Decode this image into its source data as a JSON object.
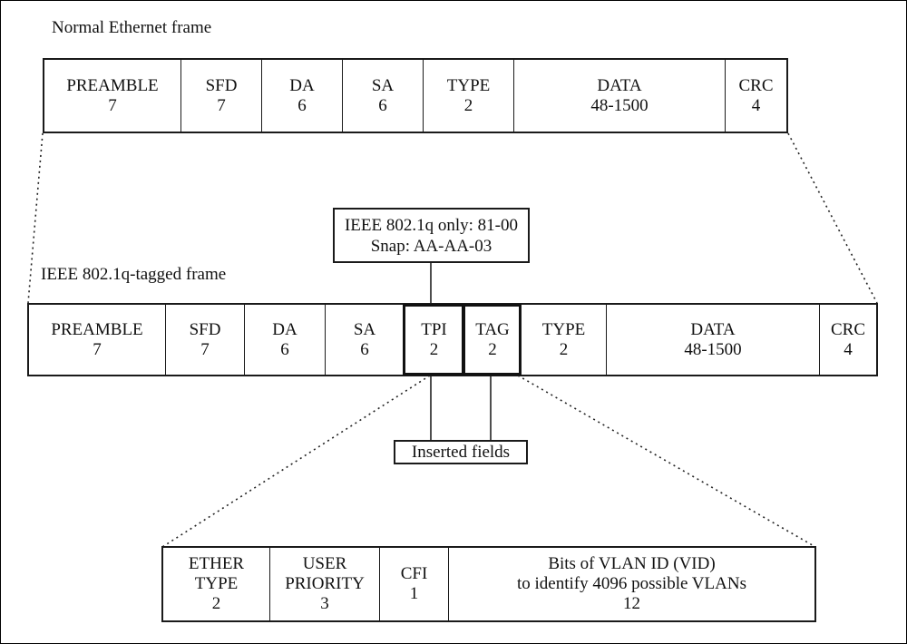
{
  "normal_frame": {
    "title": "Normal Ethernet frame",
    "fields": [
      {
        "name": "PREAMBLE",
        "size": "7"
      },
      {
        "name": "SFD",
        "size": "7"
      },
      {
        "name": "DA",
        "size": "6"
      },
      {
        "name": "SA",
        "size": "6"
      },
      {
        "name": "TYPE",
        "size": "2"
      },
      {
        "name": "DATA",
        "size": "48-1500"
      },
      {
        "name": "CRC",
        "size": "4"
      }
    ]
  },
  "tpi_note": {
    "line1": "IEEE 802.1q only: 81-00",
    "line2": "Snap: AA-AA-03"
  },
  "tagged_frame": {
    "title": "IEEE 802.1q-tagged frame",
    "fields": [
      {
        "name": "PREAMBLE",
        "size": "7"
      },
      {
        "name": "SFD",
        "size": "7"
      },
      {
        "name": "DA",
        "size": "6"
      },
      {
        "name": "SA",
        "size": "6"
      },
      {
        "name": "TPI",
        "size": "2"
      },
      {
        "name": "TAG",
        "size": "2"
      },
      {
        "name": "TYPE",
        "size": "2"
      },
      {
        "name": "DATA",
        "size": "48-1500"
      },
      {
        "name": "CRC",
        "size": "4"
      }
    ]
  },
  "inserted_label": "Inserted fields",
  "tag_detail": {
    "fields": [
      {
        "line1": "ETHER",
        "line2": "TYPE",
        "size": "2"
      },
      {
        "line1": "USER",
        "line2": "PRIORITY",
        "size": "3"
      },
      {
        "line1": "CFI",
        "line2": "",
        "size": "1"
      },
      {
        "line1": "Bits of VLAN ID (VID)",
        "line2": "to identify 4096 possible VLANs",
        "size": "12"
      }
    ]
  }
}
